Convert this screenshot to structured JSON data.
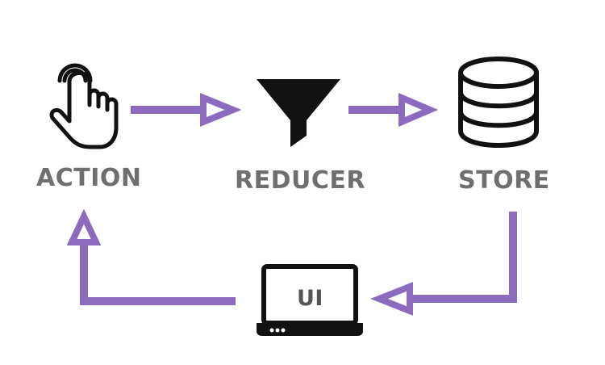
{
  "nodes": {
    "action": {
      "label": "ACTION",
      "icon": "tap-hand-icon"
    },
    "reducer": {
      "label": "REDUCER",
      "icon": "funnel-icon"
    },
    "store": {
      "label": "STORE",
      "icon": "database-icon"
    },
    "ui": {
      "label": "UI",
      "icon": "laptop-icon"
    }
  },
  "edges": [
    {
      "from": "ACTION",
      "to": "REDUCER"
    },
    {
      "from": "REDUCER",
      "to": "STORE"
    },
    {
      "from": "STORE",
      "to": "UI"
    },
    {
      "from": "UI",
      "to": "ACTION"
    }
  ],
  "colors": {
    "arrow": "#8c6bbf",
    "icon": "#111111",
    "label": "#6f6f6f",
    "background": "#ffffff"
  }
}
